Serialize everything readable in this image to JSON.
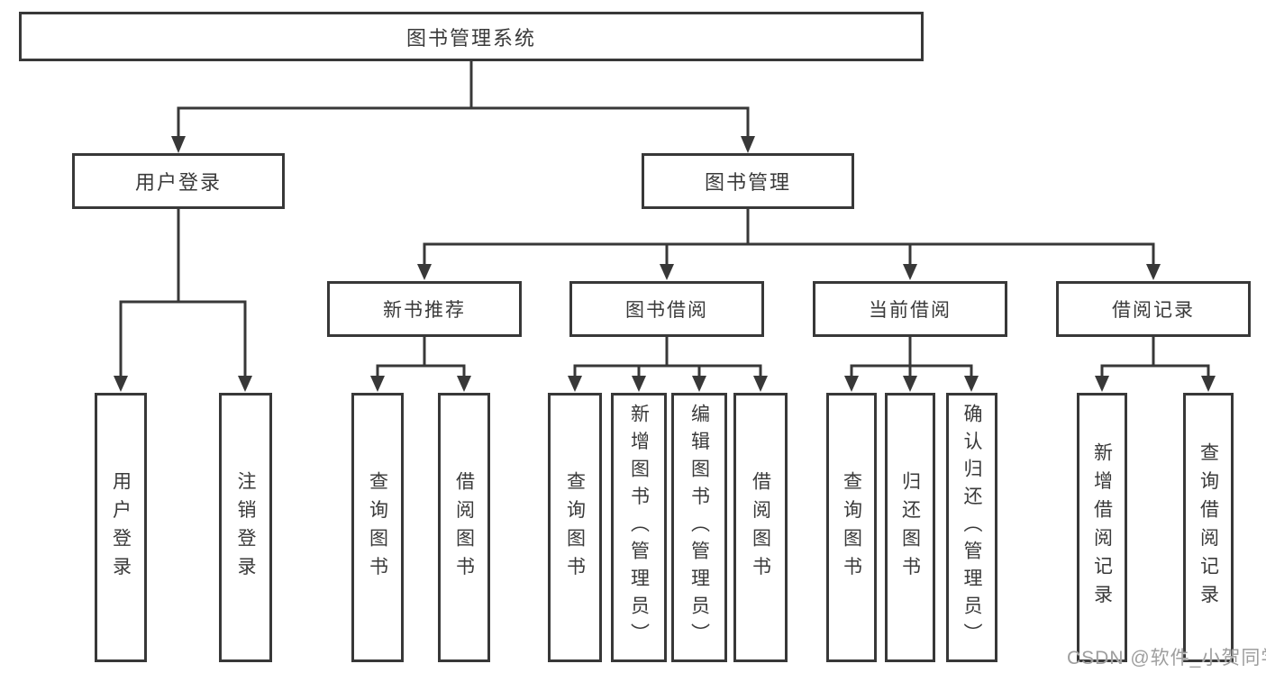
{
  "diagram": {
    "root": {
      "label": "图书管理系统"
    },
    "branches": [
      {
        "label": "用户登录",
        "children": [
          {
            "label": "用户登录"
          },
          {
            "label": "注销登录"
          }
        ]
      },
      {
        "label": "图书管理",
        "children": [
          {
            "label": "新书推荐",
            "children": [
              {
                "label": "查询图书"
              },
              {
                "label": "借阅图书"
              }
            ]
          },
          {
            "label": "图书借阅",
            "children": [
              {
                "label": "查询图书"
              },
              {
                "label": "新增图书（管理员）"
              },
              {
                "label": "编辑图书（管理员）"
              },
              {
                "label": "借阅图书"
              }
            ]
          },
          {
            "label": "当前借阅",
            "children": [
              {
                "label": "查询图书"
              },
              {
                "label": "归还图书"
              },
              {
                "label": "确认归还（管理员）"
              }
            ]
          },
          {
            "label": "借阅记录",
            "children": [
              {
                "label": "新增借阅记录"
              },
              {
                "label": "查询借阅记录"
              }
            ]
          }
        ]
      }
    ],
    "watermark": "CSDN @软件_小贺同学",
    "colors": {
      "line": "#383838",
      "box_border": "#383838",
      "text": "#3a3a3a",
      "watermark": "#9e9e9e",
      "background": "#ffffff"
    }
  }
}
